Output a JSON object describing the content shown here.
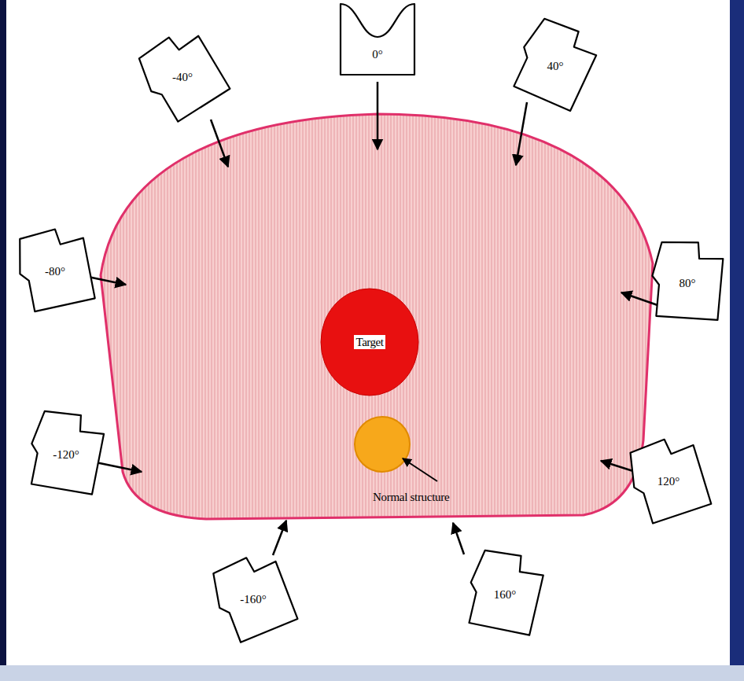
{
  "diagram": {
    "nodes": [
      {
        "text": [
          "-40°"
        ]
      },
      {
        "text": [
          "0°"
        ]
      },
      {
        "text": [
          "40°"
        ]
      },
      {
        "text": [
          "-80°"
        ]
      },
      {
        "text": [
          "80°"
        ]
      },
      {
        "text": [
          "Target"
        ]
      },
      {
        "text": [
          "-120°"
        ]
      },
      {
        "text": [
          "120°"
        ]
      },
      {
        "text": [
          "-160°"
        ]
      },
      {
        "text": [
          "160°"
        ]
      }
    ],
    "labels": [
      "Normal structure"
    ]
  }
}
